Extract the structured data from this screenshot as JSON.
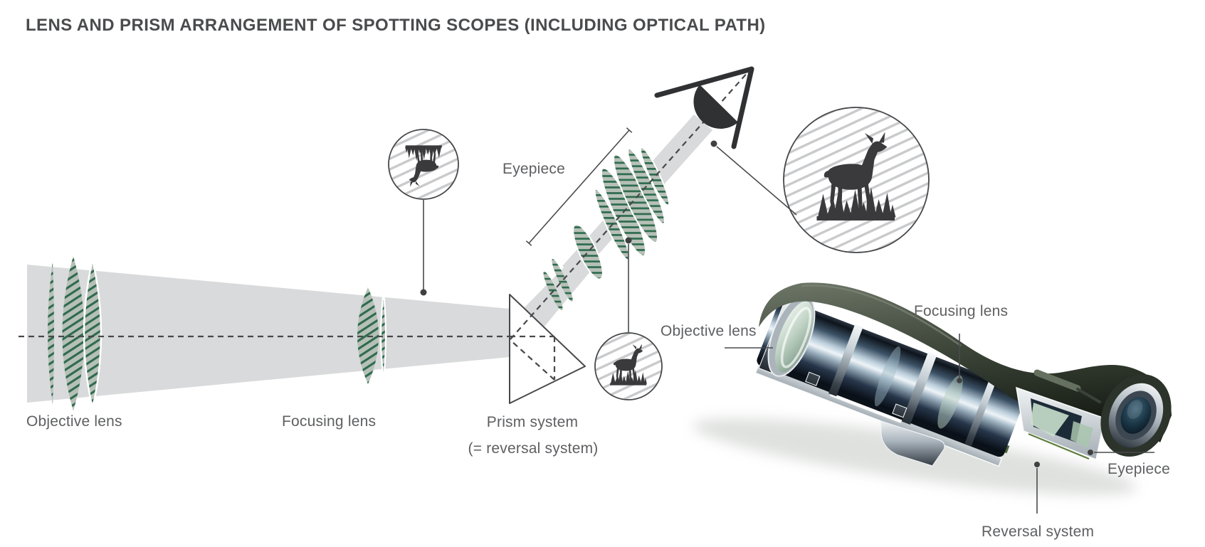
{
  "title": "LENS AND PRISM ARRANGEMENT OF SPOTTING SCOPES (INCLUDING OPTICAL PATH)",
  "schematic": {
    "objective_label": "Objective lens",
    "focusing_label": "Focusing lens",
    "prism_label_line1": "Prism system",
    "prism_label_line2": "(= reversal system)",
    "eyepiece_label": "Eyepiece",
    "icons": {
      "inverted_image_icon": "deer-inverted-icon",
      "intermediate_image_icon": "deer-upright-icon",
      "perceived_image_icon": "deer-upright-large-icon",
      "eye_icon": "observer-eye-icon"
    }
  },
  "photo": {
    "objective_label": "Objective lens",
    "focusing_label": "Focusing lens",
    "eyepiece_label": "Eyepiece",
    "reversal_label": "Reversal system"
  },
  "colors": {
    "beam": "#d9dadb",
    "lens_fill": "#b6c0b7",
    "lens_hatch": "#2e6b4e",
    "outline": "#47484a",
    "circle_hatch": "#c9cacc",
    "silhouette": "#3a3a3c",
    "label_text": "#5e5f61",
    "title_text": "#4a4b4d",
    "scope_armor": "#414a3d",
    "scope_metal": "#27364a"
  }
}
